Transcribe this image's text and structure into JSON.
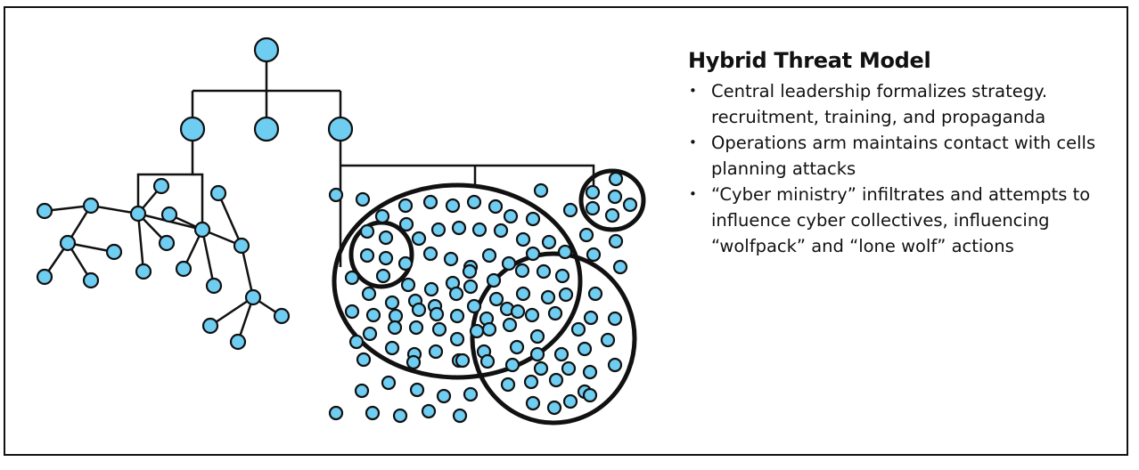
{
  "legend": {
    "title": "Hybrid Threat Model",
    "bullets": [
      "Central leadership formalizes strategy. recruitment, training, and propaganda",
      "Operations arm maintains contact with cells planning attacks",
      "“Cyber ministry” infiltrates and attempts to influence cyber collectives, influencing “wolfpack” and “lone wolf” actions"
    ]
  },
  "colors": {
    "node_fill": "#6fcdf2",
    "stroke": "#111111",
    "background": "#ffffff"
  }
}
